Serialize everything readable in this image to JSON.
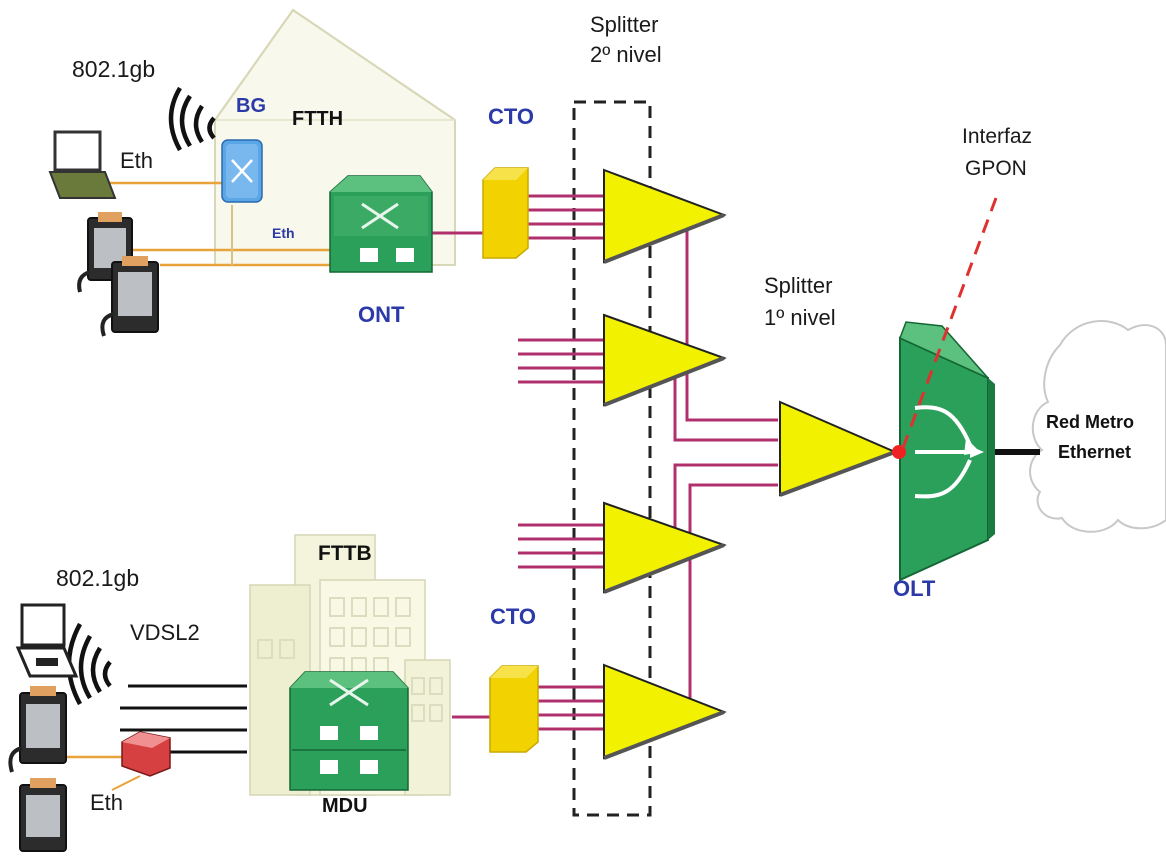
{
  "labels": {
    "wifi_top": "802.1gb",
    "bg": "BG",
    "ftth": "FTTH",
    "eth_top": "Eth",
    "eth_small": "Eth",
    "ont": "ONT",
    "cto_top": "CTO",
    "splitter2_line1": "Splitter",
    "splitter2_line2": "2º nivel",
    "splitter1_line1": "Splitter",
    "splitter1_line2": "1º nivel",
    "interfaz_line1": "Interfaz",
    "interfaz_line2": "GPON",
    "olt": "OLT",
    "cloud_line1": "Red Metro",
    "cloud_line2": "Ethernet",
    "fttb": "FTTB",
    "wifi_bottom": "802.1gb",
    "vdsl2": "VDSL2",
    "cto_bottom": "CTO",
    "eth_bottom": "Eth",
    "mdu": "MDU"
  },
  "colors": {
    "fiber": "#b0306e",
    "copper": "#e8a43a",
    "device_green": "#2aa05a",
    "splitter_yellow": "#f2f200",
    "cto_yellow": "#f2d200",
    "label_blue": "#2b3aa8",
    "gpon_dashed": "#e03030"
  }
}
